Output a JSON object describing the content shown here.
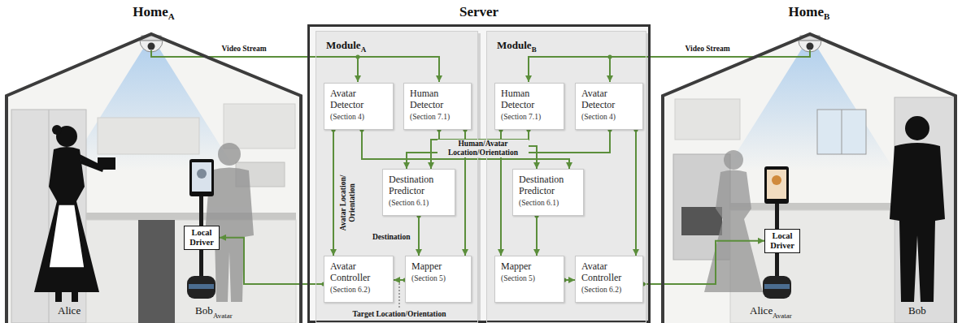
{
  "diagram": {
    "nodes": [
      {
        "text": [
          "Home",
          "A"
        ]
      },
      {
        "text": [
          "Local Driver"
        ],
        "in": 0
      },
      {
        "text": [
          "Server"
        ]
      },
      {
        "text": [
          "Module",
          "A"
        ],
        "in": 2
      },
      {
        "text": [
          "Avatar Detector",
          "(Section 4)"
        ],
        "in": 3
      },
      {
        "text": [
          "Human Detector",
          "(Section 7.1)"
        ],
        "in": 3
      },
      {
        "text": [
          "Destination Predictor",
          "(Section 6.1)"
        ],
        "in": 3
      },
      {
        "text": [
          "Avatar Controller",
          "(Section 6.2)"
        ],
        "in": 3
      },
      {
        "text": [
          "Mapper",
          "(Section 5)"
        ],
        "in": 3
      },
      {
        "text": [
          "Module",
          "B"
        ],
        "in": 2
      },
      {
        "text": [
          "Human Detector",
          "(Section 7.1)"
        ],
        "in": 9
      },
      {
        "text": [
          "Avatar Detector",
          "(Section 4)"
        ],
        "in": 9
      },
      {
        "text": [
          "Destination Predictor",
          "(Section 6.1)"
        ],
        "in": 9
      },
      {
        "text": [
          "Mapper",
          "(Section 5)"
        ],
        "in": 9
      },
      {
        "text": [
          "Avatar Controller",
          "(Section 6.2)"
        ],
        "in": 9
      },
      {
        "text": [
          "Home",
          "B"
        ]
      },
      {
        "text": [
          "Local Driver"
        ],
        "in": 15
      }
    ],
    "edges": [
      {
        "from": 4,
        "to": 7,
        "arrow": "to",
        "label": "Avatar Location/ Orientation"
      },
      {
        "from": 4,
        "to": 12,
        "arrow": "to"
      },
      {
        "from": 5,
        "to": 12,
        "arrow": "to",
        "label": "Human/Avatar Location/Orientation"
      },
      {
        "from": 5,
        "to": 8,
        "arrow": "to"
      },
      {
        "from": 10,
        "to": 6,
        "arrow": "to"
      },
      {
        "from": 11,
        "to": 6,
        "arrow": "to"
      },
      {
        "from": 6,
        "to": 8,
        "arrow": "to",
        "label": "Destination"
      },
      {
        "from": 8,
        "to": 7,
        "arrow": "to",
        "label": "Target Location/Orientation"
      },
      {
        "from": 7,
        "to": 1,
        "arrow": "to"
      },
      {
        "from": 10,
        "to": 13,
        "arrow": "to"
      },
      {
        "from": 11,
        "to": 14,
        "arrow": "to"
      },
      {
        "from": 12,
        "to": 13,
        "arrow": "to"
      },
      {
        "from": 13,
        "to": 14,
        "arrow": "to"
      },
      {
        "from": 14,
        "to": 16,
        "arrow": "to"
      }
    ],
    "labels": [
      "Video Stream",
      "Video Stream",
      "Alice",
      "Bob",
      "Avatar",
      "Alice",
      "Avatar",
      "Bob"
    ]
  }
}
